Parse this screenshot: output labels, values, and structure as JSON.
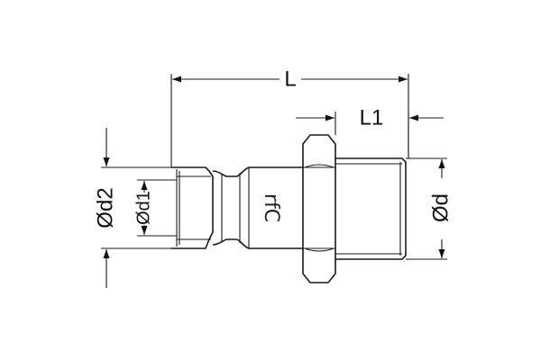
{
  "drawing": {
    "dimensions": {
      "overall_length": "L",
      "thread_length": "L1",
      "outer_diameter_d2": "Ød2",
      "inner_diameter_d1": "Ød1",
      "thread_diameter_d": "Ød"
    },
    "logo_text": "rfC"
  },
  "colors": {
    "line": "#1a1a1a",
    "background": "#ffffff"
  }
}
